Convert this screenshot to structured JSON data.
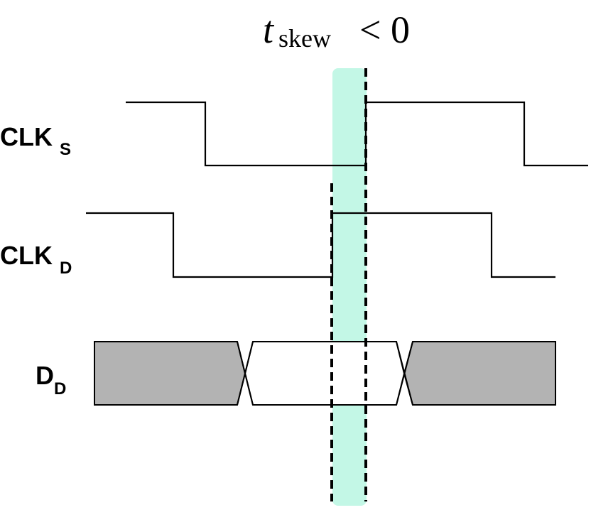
{
  "title": {
    "variable": "t",
    "subscript": "skew",
    "relation": "< 0"
  },
  "signals": [
    {
      "name": "CLK",
      "subscript": "S"
    },
    {
      "name": "CLK",
      "subscript": "D"
    },
    {
      "name": "D",
      "subscript": "D"
    }
  ],
  "colors": {
    "skew_window": "#c3f7e6",
    "data_valid": "#b3b3b3",
    "line": "#000000"
  }
}
